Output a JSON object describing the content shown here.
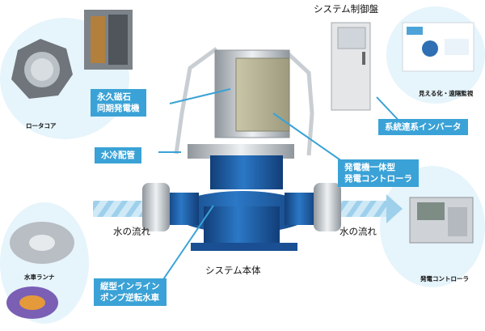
{
  "labels": {
    "system_panel_title": "システム制御盤",
    "rotor_core": "ロータコア",
    "pm_generator": [
      "永久磁石",
      "同期発電機"
    ],
    "water_piping": "水冷配管",
    "grid_inverter": "系統連系インバータ",
    "gen_controller": [
      "発電機一体型",
      "発電コントローラ"
    ],
    "water_flow_left": "水の流れ",
    "water_flow_right": "水の流れ",
    "system_body": "システム本体",
    "turbine": [
      "縦型インライン",
      "ポンプ逆転水車"
    ],
    "runner": "水車ランナ",
    "gen_controller_photo": "発電コントローラ",
    "monitor": "見える化・遠隔監視"
  },
  "colors": {
    "label_bg": "#3aa2d6",
    "blob": "#e6f4fb",
    "pump_blue": "#1f5fae",
    "pipe_grey": "#c9ced3",
    "flow_arrow": "#b7def2"
  }
}
